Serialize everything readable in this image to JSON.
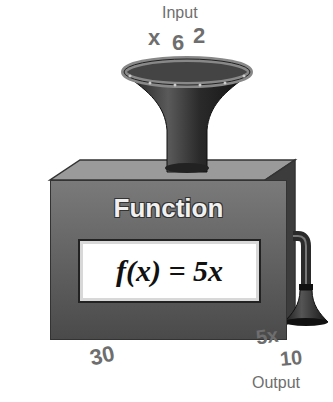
{
  "diagram": {
    "nodes": [
      {
        "text": [
          "Function"
        ]
      },
      {
        "text": [
          "f(x) = 5x"
        ],
        "in": 0
      }
    ],
    "labels": [
      "Input",
      "x",
      "6",
      "2",
      "30",
      "5x",
      "10",
      "Output"
    ]
  }
}
